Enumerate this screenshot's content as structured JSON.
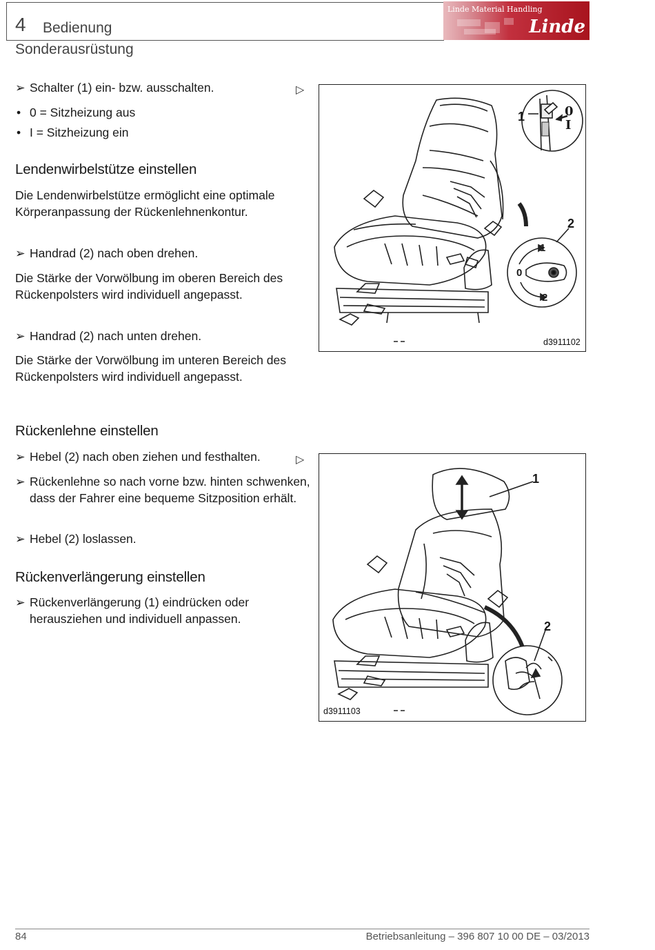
{
  "header": {
    "chapter_number": "4",
    "chapter_title": "Bedienung",
    "subsection": "Sonderausrüstung",
    "logo_tagline": "Linde Material Handling",
    "logo_brand": "Linde",
    "logo_color": "#b0161f"
  },
  "icons": {
    "step_marker": "➢",
    "bullet": "•",
    "figure_ref_arrow": "▷"
  },
  "seat_heating": {
    "step1": "Schalter (1) ein- bzw. ausschalten.",
    "bullets": [
      "0 = Sitzheizung aus",
      "I = Sitzheizung ein"
    ]
  },
  "lumbar": {
    "heading": "Lendenwirbelstütze einstellen",
    "intro": "Die Lendenwirbelstütze ermöglicht eine op­timale Körperanpassung der Rückenlehnen­kontur.",
    "step_up": "Handrad (2) nach oben drehen.",
    "result_up": "Die Stärke der Vorwölbung im oberen Bereich des Rückenpolsters wird individuell ange­passt.",
    "step_down": "Handrad (2) nach unten drehen.",
    "result_down": "Die Stärke der Vorwölbung im unteren Be­reich des Rückenpolsters wird individuell an­gepasst."
  },
  "backrest": {
    "heading": "Rückenlehne einstellen",
    "step1": "Hebel (2) nach oben ziehen und festhalten.",
    "step2": "Rückenlehne so nach vorne bzw.  hinten schwenken, dass der Fahrer eine bequeme Sitzposition erhält.",
    "step3": "Hebel (2) loslassen."
  },
  "extension": {
    "heading": "Rückenverlängerung einstellen",
    "step1": " Rückenverlängerung (1) eindrücken oder herausziehen und individuell anpassen."
  },
  "figure1": {
    "code": "d3911102",
    "callout_switch": "1",
    "switch_off": "0",
    "switch_on": "I",
    "callout_handwheel": "2",
    "dial_1": "1",
    "dial_0": "0",
    "dial_2": "2"
  },
  "figure2": {
    "code": "d3911103",
    "callout_extension": "1",
    "callout_lever": "2"
  },
  "footer": {
    "page_number": "84",
    "doc_ref": "Betriebsanleitung – 396 807 10 00 DE – 03/2013"
  }
}
